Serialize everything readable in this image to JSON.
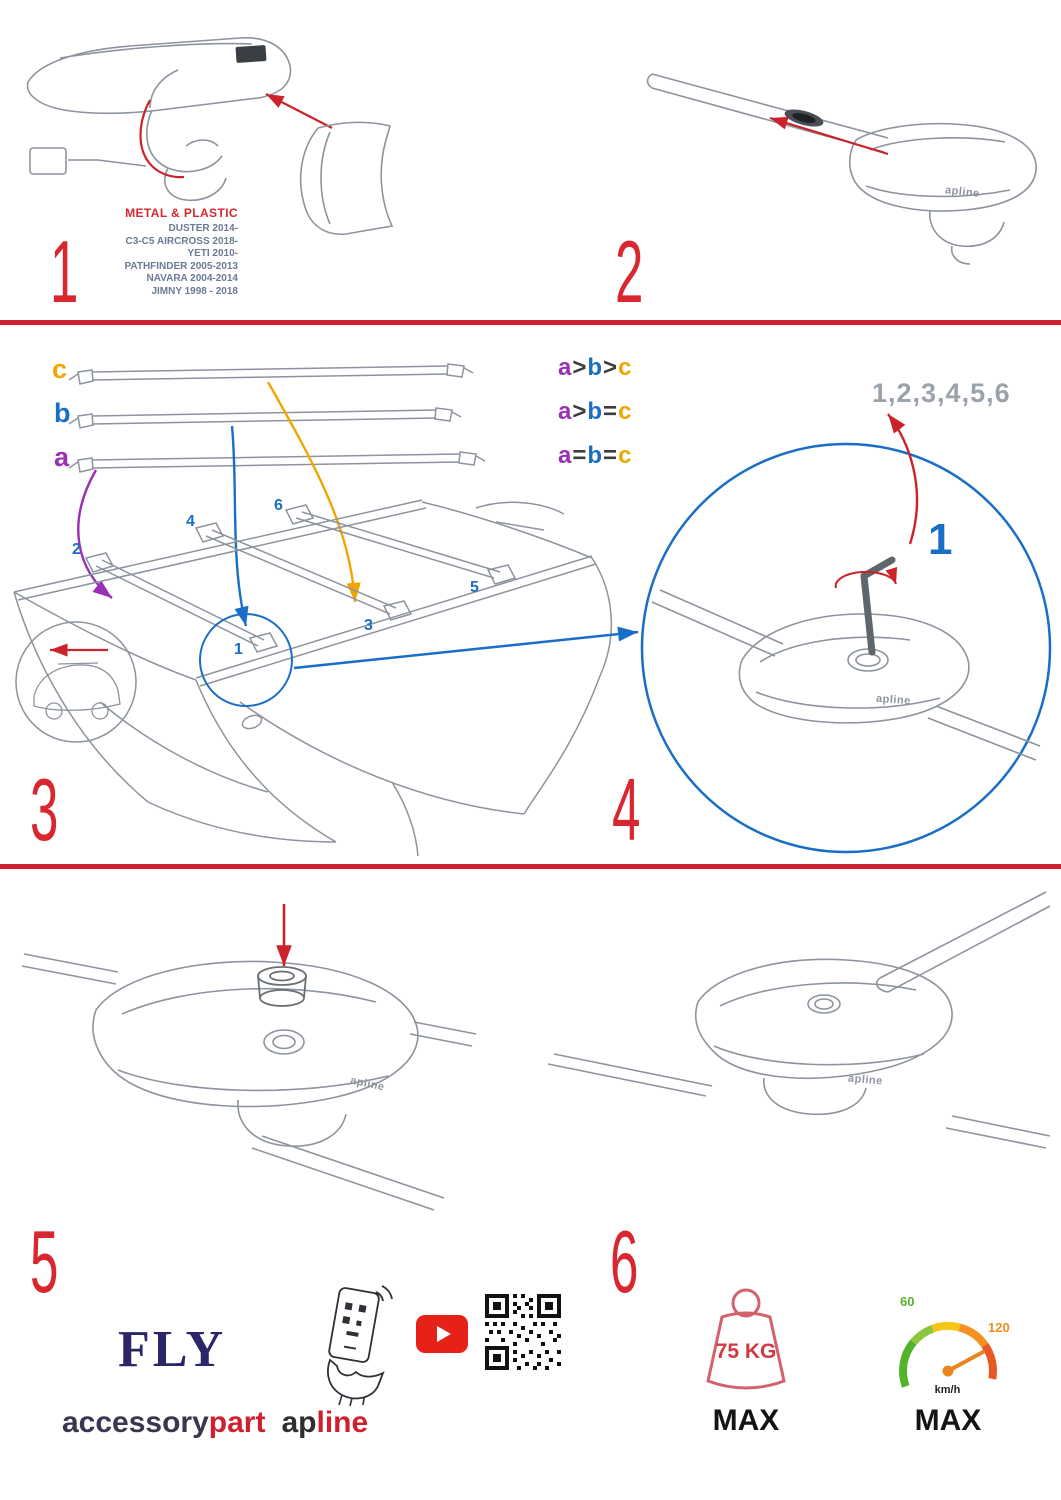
{
  "colors": {
    "accent_red": "#d8272f",
    "divider_red": "#cf2030",
    "blue": "#1a6ec6",
    "purple": "#9b30b5",
    "orange": "#f0a500",
    "navy": "#2b2668",
    "sequence_gray": "#9aa2ab",
    "youtube_red": "#e62117",
    "weight_red": "#d4626c",
    "speed_green": "#53b42c",
    "speed_orange": "#f08c1e"
  },
  "step1": {
    "number": "1",
    "material_label": "METAL & PLASTIC",
    "compatibility": [
      "DUSTER 2014-",
      "C3-C5 AIRCROSS 2018-",
      "YETI 2010-",
      "PATHFINDER 2005-2013",
      "NAVARA 2004-2014",
      "JIMNY 1998 - 2018"
    ]
  },
  "step2": {
    "number": "2"
  },
  "step3": {
    "number": "3",
    "bar_labels": {
      "top": "c",
      "middle": "b",
      "bottom": "a"
    },
    "legend": [
      {
        "a": "a",
        "op1": ">",
        "b": "b",
        "op2": ">",
        "c": "c"
      },
      {
        "a": "a",
        "op1": ">",
        "b": "b",
        "op2": "=",
        "c": "c"
      },
      {
        "a": "a",
        "op1": "=",
        "b": "b",
        "op2": "=",
        "c": "c"
      }
    ],
    "positions": {
      "p1": "1",
      "p2": "2",
      "p3": "3",
      "p4": "4",
      "p5": "5",
      "p6": "6"
    }
  },
  "step4": {
    "number": "4",
    "tighten_sequence": "1,2,3,4,5,6",
    "position_label": "1"
  },
  "step5": {
    "number": "5"
  },
  "step6": {
    "number": "6"
  },
  "branding": {
    "fly": "FLY",
    "accessory": "accessory",
    "part": "part",
    "ap": "ap",
    "line": "line",
    "product_logo": "apline"
  },
  "limits": {
    "weight_value": "75 KG",
    "weight_max": "MAX",
    "speed_low": "60",
    "speed_high": "120",
    "speed_unit": "km/h",
    "speed_max": "MAX"
  }
}
